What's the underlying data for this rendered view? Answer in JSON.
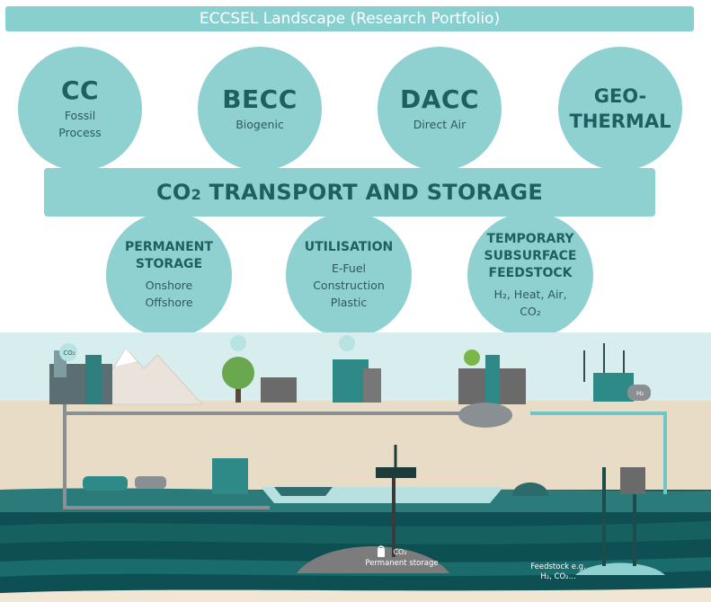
{
  "title": "ECCSEL Landscape (Research Portfolio)",
  "top_bubbles": [
    {
      "title": "CC",
      "lines": [
        "Fossil",
        "Process"
      ]
    },
    {
      "title": "BECC",
      "lines": [
        "Biogenic"
      ]
    },
    {
      "title": "DACC",
      "lines": [
        "Direct Air"
      ]
    },
    {
      "title_lines": [
        "GEO-",
        "THERMAL"
      ]
    }
  ],
  "bar_label_pre": "CO",
  "bar_label_sub": "2",
  "bar_label_post": " TRANSPORT AND STORAGE",
  "mid_bubbles": [
    {
      "title_lines": [
        "PERMANENT",
        "STORAGE"
      ],
      "lines": [
        "Onshore",
        "Offshore"
      ]
    },
    {
      "title_lines": [
        "UTILISATION"
      ],
      "lines": [
        "E-Fuel",
        "Construction",
        "Plastic"
      ]
    },
    {
      "title_lines": [
        "TEMPORARY",
        "SUBSURFACE",
        "FEEDSTOCK"
      ],
      "lines": [
        "H₂, Heat, Air,",
        "CO₂"
      ]
    }
  ],
  "scene_labels": {
    "co2_tag": "CO₂",
    "permanent_storage": "Permanent storage",
    "feedstock_line1": "Feedstock e.g.",
    "feedstock_line2": "H₂, CO₂...",
    "h2_tank": "H₂"
  },
  "colors": {
    "teal_light": "#8fd1d1",
    "teal_dark_text": "#1f5f62",
    "sea_dark": "#0d4f52",
    "ground": "#e8dcc6",
    "sky": "#d8eeee"
  }
}
